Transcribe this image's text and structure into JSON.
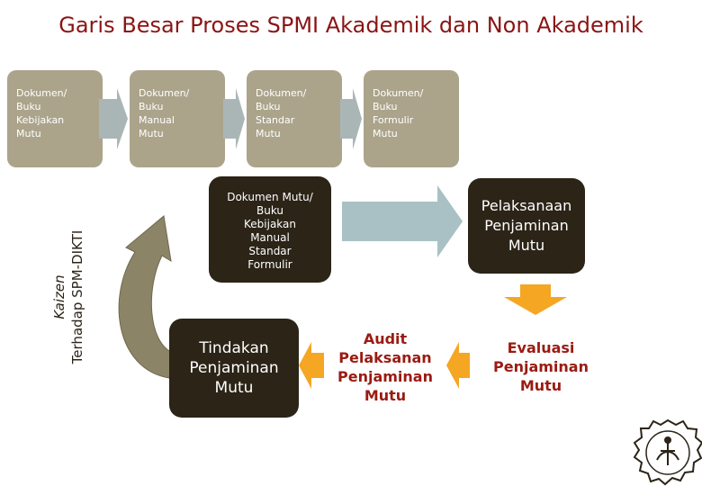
{
  "title": "Garis Besar Proses SPMI Akademik dan Non Akademik",
  "documents": [
    {
      "label": "Dokumen/\nBuku\nKebijakan\nMutu"
    },
    {
      "label": "Dokumen/\nBuku\nManual\nMutu"
    },
    {
      "label": "Dokumen/\nBuku\nStandar\nMutu"
    },
    {
      "label": "Dokumen/\nBuku\nFormulir\nMutu"
    }
  ],
  "dokumen_mutu": "Dokumen Mutu/\nBuku\nKebijakan\nManual\nStandar\nFormulir",
  "pelaksanaan": "Pelaksanaan\nPenjaminan\nMutu",
  "tindakan": "Tindakan\nPenjaminan\nMutu",
  "audit": "Audit\nPelaksanan\nPenjaminan\nMutu",
  "evaluasi": "Evaluasi\nPenjaminan\nMutu",
  "kaizen": {
    "italic": "Kaizen",
    "rest": "Terhadap SPM-DIKTI"
  },
  "colors": {
    "doc": "#aba48b",
    "dark": "#2b2417",
    "arrow_blue": "#a9c1c4",
    "arrow_orange": "#f5a623",
    "title": "#8b1414"
  }
}
